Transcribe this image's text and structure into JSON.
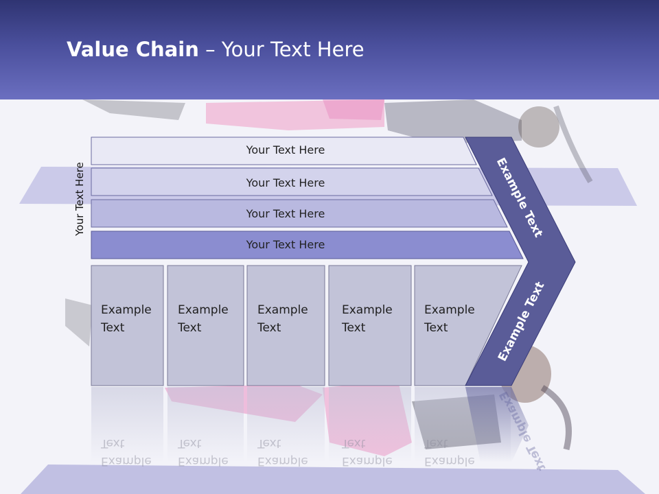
{
  "slide": {
    "title_bold": "Value Chain",
    "title_rest": " – Your Text Here"
  },
  "side_label": "Your Text Here",
  "bars": [
    {
      "label": "Your Text Here"
    },
    {
      "label": "Your Text Here"
    },
    {
      "label": "Your Text Here"
    },
    {
      "label": "Your Text Here"
    }
  ],
  "boxes": [
    {
      "line1": "Example",
      "line2": "Text"
    },
    {
      "line1": "Example",
      "line2": "Text"
    },
    {
      "line1": "Example",
      "line2": "Text"
    },
    {
      "line1": "Example",
      "line2": "Text"
    },
    {
      "line1": "Example",
      "line2": "Text"
    }
  ],
  "chevron": {
    "upper_label": "Example Text",
    "lower_label": "Example Text"
  },
  "colors": {
    "header_dark": "#2f3472",
    "header_light": "#6b6fc0",
    "bar1": "#e8e8f4",
    "bar2": "#d2d2ec",
    "bar3": "#b8b8e0",
    "bar4": "#8a8cd0",
    "box": "#c2c3d8",
    "chevron": "#5a5c98"
  }
}
